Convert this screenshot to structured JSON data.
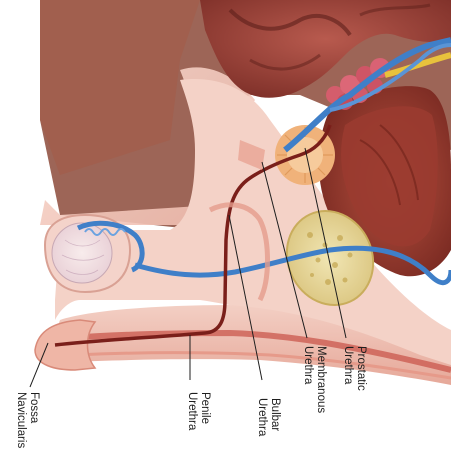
{
  "labels": {
    "fossa_navicularis": [
      "Fossa",
      "Navicularis"
    ],
    "penile_urethra": [
      "Penile",
      "Urethra"
    ],
    "bulbar_urethra": [
      "Bulbar",
      "Urethra"
    ],
    "membranous_urethra": [
      "Membranous",
      "Urethra"
    ],
    "prostatic_urethra": [
      "Prostatic",
      "Urethra"
    ]
  },
  "colors": {
    "background": "#ffffff",
    "tissue_pink": "#f2c9bf",
    "tissue_light": "#f8e0d8",
    "muscle_red": "#a8403a",
    "dark_muscle": "#7a2a24",
    "urethra_line": "#7a1f1a",
    "vessel_blue": "#3f7fc8",
    "vessel_blue_light": "#7fb0e6",
    "prostate_orange": "#f0b27a",
    "bone_yellow": "#e9dca0",
    "leader_line": "#1e1e1e"
  }
}
